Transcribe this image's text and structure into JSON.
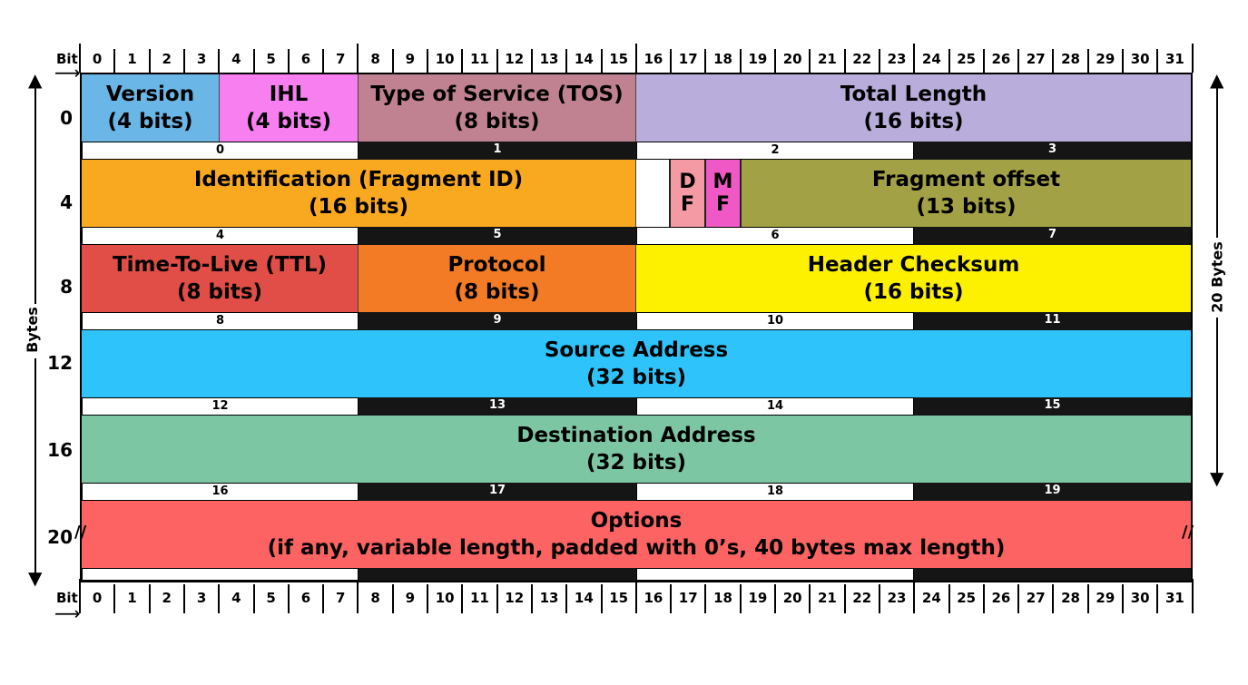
{
  "bit_label": "Bit",
  "bits": [
    "0",
    "1",
    "2",
    "3",
    "4",
    "5",
    "6",
    "7",
    "8",
    "9",
    "10",
    "11",
    "12",
    "13",
    "14",
    "15",
    "16",
    "17",
    "18",
    "19",
    "20",
    "21",
    "22",
    "23",
    "24",
    "25",
    "26",
    "27",
    "28",
    "29",
    "30",
    "31"
  ],
  "left_axis_label": "Bytes",
  "right_axis_label": "20 Bytes",
  "row_offsets": [
    "0",
    "4",
    "8",
    "12",
    "16",
    "20"
  ],
  "fields": [
    {
      "name": "version",
      "line1": "Version",
      "line2": "(4 bits)",
      "color": "#6ab6e6"
    },
    {
      "name": "ihl",
      "line1": "IHL",
      "line2": "(4 bits)",
      "color": "#f77ff0"
    },
    {
      "name": "tos",
      "line1": "Type of Service (TOS)",
      "line2": "(8 bits)",
      "color": "#c08290"
    },
    {
      "name": "total-length",
      "line1": "Total Length",
      "line2": "(16 bits)",
      "color": "#b8addb"
    },
    {
      "name": "identification",
      "line1": "Identification  (Fragment ID)",
      "line2": "(16 bits)",
      "color": "#f9a91f"
    },
    {
      "name": "fragment-offset",
      "line1": "Fragment offset",
      "line2": "(13 bits)",
      "color": "#a3a146"
    },
    {
      "name": "ttl",
      "line1": "Time-To-Live (TTL)",
      "line2": "(8 bits)",
      "color": "#e04e47"
    },
    {
      "name": "protocol",
      "line1": "Protocol",
      "line2": "(8 bits)",
      "color": "#f37b25"
    },
    {
      "name": "header-checksum",
      "line1": "Header Checksum",
      "line2": "(16 bits)",
      "color": "#fdf100"
    },
    {
      "name": "source-address",
      "line1": "Source Address",
      "line2": "(32 bits)",
      "color": "#2ec4fb"
    },
    {
      "name": "destination-address",
      "line1": "Destination Address",
      "line2": "(32 bits)",
      "color": "#7dc6a3"
    },
    {
      "name": "options",
      "line1": "Options",
      "line2": "(if any, variable length, padded with 0’s, 40 bytes max length)",
      "color": "#fd6363"
    }
  ],
  "flags": [
    {
      "name": "reserved-flag",
      "top": "",
      "bottom": "",
      "color": "#ffffff"
    },
    {
      "name": "df-flag",
      "top": "D",
      "bottom": "F",
      "color": "#f39aa5"
    },
    {
      "name": "mf-flag",
      "top": "M",
      "bottom": "F",
      "color": "#f059c5"
    }
  ],
  "byte_indices": [
    [
      "0",
      "1",
      "2",
      "3"
    ],
    [
      "4",
      "5",
      "6",
      "7"
    ],
    [
      "8",
      "9",
      "10",
      "11"
    ],
    [
      "12",
      "13",
      "14",
      "15"
    ],
    [
      "16",
      "17",
      "18",
      "19"
    ],
    [
      "",
      "",
      "",
      ""
    ]
  ]
}
